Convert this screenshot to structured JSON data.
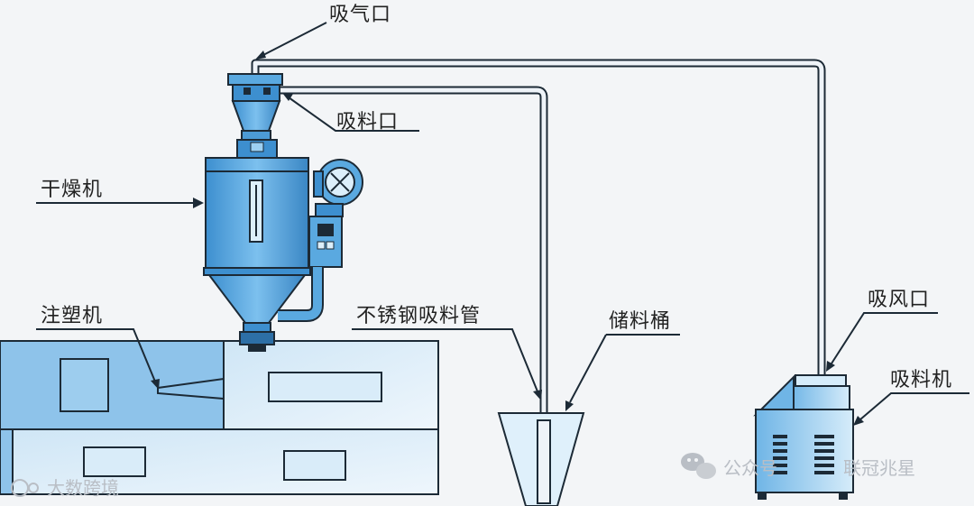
{
  "labels": {
    "air_inlet": "吸气口",
    "material_inlet": "吸料口",
    "dryer": "干燥机",
    "injection_machine": "注塑机",
    "steel_pipe": "不锈钢吸料管",
    "storage_bucket": "储料桶",
    "wind_inlet": "吸风口",
    "loader": "吸料机"
  },
  "watermarks": {
    "left": "大数跨境",
    "right_prefix": "公众号",
    "right_name": "联冠兆星"
  },
  "colors": {
    "machine_fill": "#5aa9e0",
    "machine_dark": "#2d6fa6",
    "outline": "#1c2a36",
    "pipe": "#eef3f8",
    "background": "#f3f5f7"
  }
}
